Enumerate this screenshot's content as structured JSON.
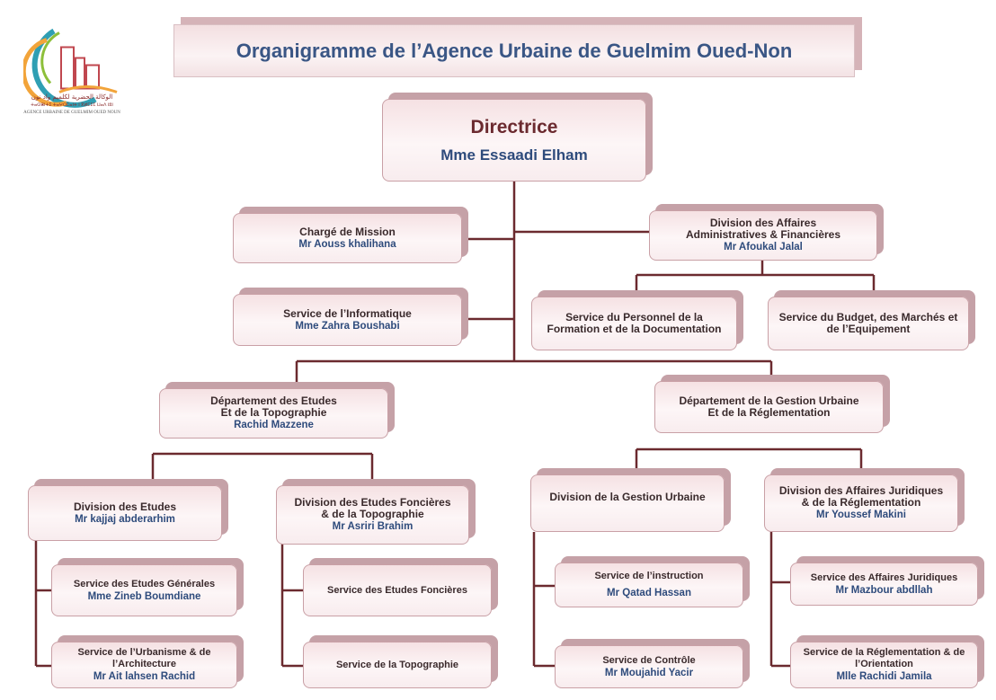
{
  "header": {
    "title": "Organigramme de l’Agence Urbaine de Guelmim Oued-Non",
    "logo_text_arabic": "الوكالة الحضرية لكلميم واد نون",
    "logo_text_tifinagh": "ⵜⴰⵙⴻⵏⵜⵉ ⵜⴰⵖⵔⵎⴰⵏⵜ ⵏ ⴳⵍⵎⵉⵎ ⵡⴰⴷ ⵏⵓⵏ",
    "logo_text_latin": "AGENCE URBAINE DE GUELMIM OUED NOUN"
  },
  "directrice": {
    "title": "Directrice",
    "person": "Mme Essaadi Elham"
  },
  "charge_mission": {
    "name": "Chargé de Mission",
    "person": "Mr Aouss khalihana"
  },
  "service_informatique": {
    "name": "Service de l’Informatique",
    "person": "Mme Zahra Boushabi"
  },
  "division_affaires_admin": {
    "name_line1": "Division des Affaires",
    "name_line2": "Administratives & Financières",
    "person": "Mr Afoukal Jalal"
  },
  "service_personnel": {
    "name_line1": "Service du Personnel de la",
    "name_line2": "Formation et de la Documentation"
  },
  "service_budget": {
    "name_line1": "Service du Budget, des Marchés et",
    "name_line2": "de l’Equipement"
  },
  "dept_etudes": {
    "name_line1": "Département des Etudes",
    "name_line2": "Et de la Topographie",
    "person": "Rachid Mazzene"
  },
  "dept_gestion": {
    "name_line1": "Département de la Gestion Urbaine",
    "name_line2": "Et de la Réglementation"
  },
  "division_etudes": {
    "name": "Division des Etudes",
    "person": "Mr kajjaj abderarhim"
  },
  "division_foncieres": {
    "name_line1": "Division des Etudes Foncières",
    "name_line2": "& de la Topographie",
    "person": "Mr Asriri Brahim"
  },
  "division_gestion_urbaine": {
    "name": "Division de la Gestion Urbaine"
  },
  "division_juridiques": {
    "name_line1": "Division des Affaires Juridiques",
    "name_line2": "& de la Réglementation",
    "person": "Mr Youssef Makini"
  },
  "service_etudes_generales": {
    "name": "Service des Etudes Générales",
    "person": "Mme Zineb Boumdiane"
  },
  "service_urbanisme": {
    "name_line1": "Service de l’Urbanisme & de",
    "name_line2": "l’Architecture",
    "person": "Mr Ait lahsen Rachid"
  },
  "service_etudes_foncieres": {
    "name": "Service des Etudes Foncières"
  },
  "service_topographie": {
    "name": "Service de la Topographie"
  },
  "service_instruction": {
    "name": "Service de l’instruction",
    "person": "Mr Qatad Hassan"
  },
  "service_controle": {
    "name": "Service de Contrôle",
    "person": "Mr Moujahid Yacir"
  },
  "service_affaires_juridiques": {
    "name": "Service des Affaires Juridiques",
    "person": "Mr Mazbour abdllah"
  },
  "service_reglementation": {
    "name_line1": "Service de la Réglementation & de",
    "name_line2": "l’Orientation",
    "person": "Mlle Rachidi Jamila"
  },
  "colors": {
    "line": "#6b2a2f",
    "title_text": "#3a5685",
    "person_text": "#2e4b7c",
    "box_shadow": "#c5a1a7"
  }
}
